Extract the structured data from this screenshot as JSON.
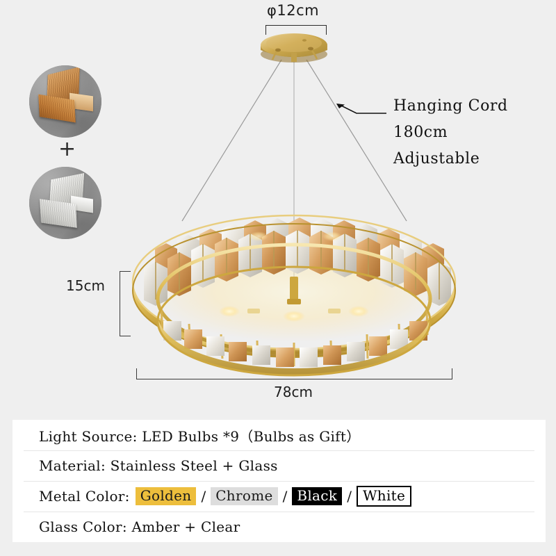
{
  "background_color": "#efefef",
  "dimensions": {
    "canopy_diameter": "φ12cm",
    "fixture_height": "15cm",
    "fixture_diameter": "78cm"
  },
  "callout": {
    "line1": "Hanging Cord",
    "line2": "180cm",
    "line3": "Adjustable"
  },
  "swatches": {
    "amber_name": "amber-glass-swatch",
    "clear_name": "clear-glass-swatch",
    "plus": "+"
  },
  "spec_table": {
    "rows": [
      {
        "label": "Light Source:",
        "value": "LED Bulbs *9（Bulbs as Gift）"
      },
      {
        "label": "Material:",
        "value": "Stainless Steel + Glass"
      },
      {
        "label": "Metal Color:",
        "value": ""
      },
      {
        "label": "Glass Color:",
        "value": "Amber + Clear"
      }
    ],
    "light_source_full": "Light Source: LED Bulbs *9（Bulbs as Gift）",
    "material_full": "Material: Stainless Steel + Glass",
    "metal_color_label": "Metal Color:",
    "glass_color_full": "Glass Color: Amber + Clear",
    "metal_colors": [
      {
        "name": "Golden",
        "swatch_color": "#edbe3c",
        "text_color": "#1a1a1a"
      },
      {
        "name": "Chrome",
        "swatch_color": "#dddddd",
        "text_color": "#1a1a1a"
      },
      {
        "name": "Black",
        "swatch_color": "#000000",
        "text_color": "#ffffff"
      },
      {
        "name": "White",
        "swatch_color": "#ffffff",
        "text_color": "#000000"
      }
    ],
    "separator": "/"
  },
  "product": {
    "type": "ring chandelier",
    "canopy_color": "#c9a44a",
    "frame_color": "#d9b355",
    "amber_glass_color": "#c98c4c",
    "clear_glass_color": "#d8d4cc",
    "cord_count": 3
  }
}
